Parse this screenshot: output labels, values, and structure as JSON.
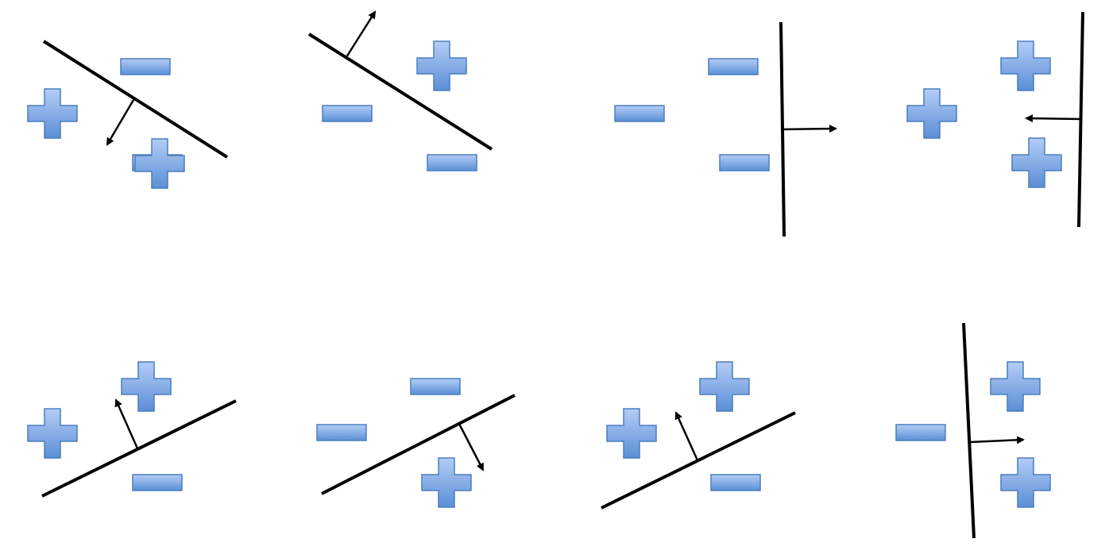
{
  "figure": {
    "description_panels": 8,
    "colors": {
      "symbol_fill_top": "#aac6f4",
      "symbol_fill_bottom": "#5b8fd6",
      "symbol_stroke": "#4a7ebf",
      "line": "#000000"
    },
    "symbols": {
      "positive": "plus-sign",
      "negative": "minus-sign"
    }
  }
}
